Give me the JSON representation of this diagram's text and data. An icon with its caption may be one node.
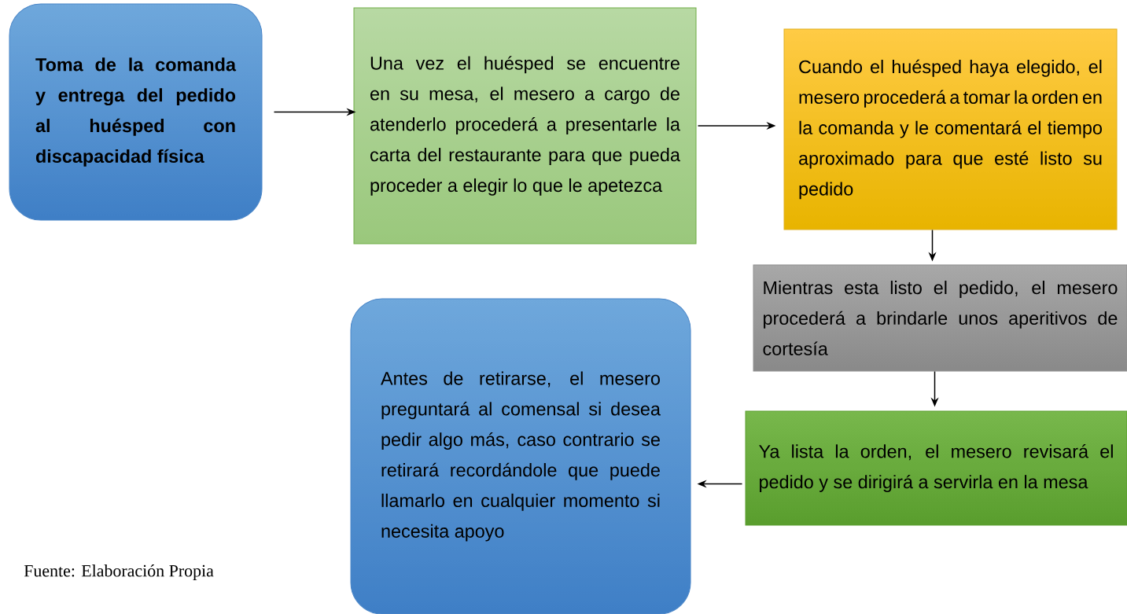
{
  "diagram": {
    "nodes": [
      {
        "text": [
          "Toma de la comanda y entrega del pedido al huésped con discapacidad física"
        ]
      },
      {
        "text": [
          "Una vez el huésped se encuentre en su mesa, el mesero a cargo de atenderlo procederá a presentarle la carta del restaurante para que pueda proceder a elegir lo que le apetezca"
        ]
      },
      {
        "text": [
          "Cuando el huésped haya elegido, el mesero procederá a tomar la orden en la comanda y le comentará el tiempo aproximado para que esté listo su pedido"
        ]
      },
      {
        "text": [
          "Mientras esta listo el pedido, el mesero procederá a brindarle unos aperitivos de cortesía"
        ]
      },
      {
        "text": [
          "Ya lista la orden, el mesero revisará el pedido y se dirigirá a servirla en la mesa"
        ]
      },
      {
        "text": [
          "Antes de retirarse, el mesero preguntará al comensal si desea pedir algo más, caso contrario se retirará recordándole que puede llamarlo en cualquier momento si necesita apoyo"
        ]
      }
    ],
    "edges": [
      {
        "from": 0,
        "to": 1,
        "arrow": "to"
      },
      {
        "from": 1,
        "to": 2,
        "arrow": "to"
      },
      {
        "from": 2,
        "to": 3,
        "arrow": "to"
      },
      {
        "from": 3,
        "to": 4,
        "arrow": "to"
      },
      {
        "from": 4,
        "to": 5,
        "arrow": "to"
      }
    ],
    "labels": [
      "Fuente: Elaboración Propia"
    ]
  }
}
